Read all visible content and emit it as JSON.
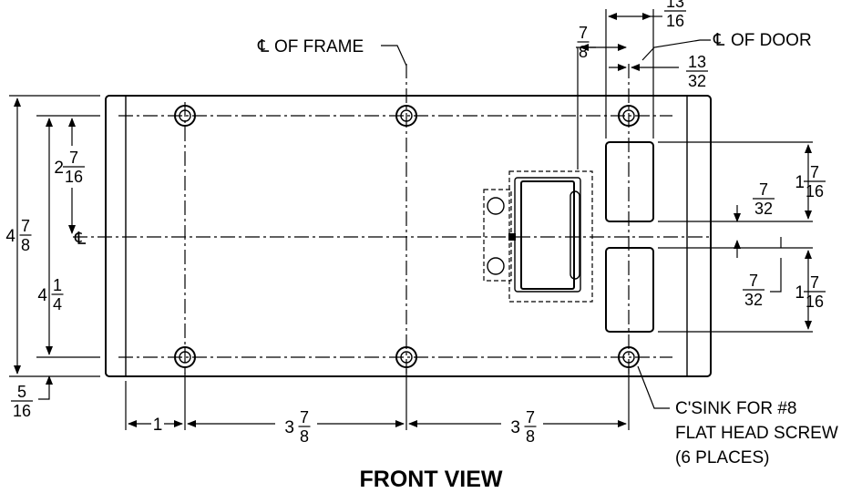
{
  "title": "FRONT VIEW",
  "labels": {
    "cl_frame": "OF FRAME",
    "cl_door": "OF DOOR",
    "cl_mark": "℄",
    "callout_1": "C'SINK FOR #8",
    "callout_2": "FLAT HEAD SCREW",
    "callout_3": "(6 PLACES)"
  },
  "dims": {
    "d_13_16": {
      "num": "13",
      "den": "16"
    },
    "d_7_8": {
      "num": "7",
      "den": "8"
    },
    "d_13_32": {
      "num": "13",
      "den": "32"
    },
    "d_2_7_16": {
      "whole": "2",
      "num": "7",
      "den": "16"
    },
    "d_4_7_8": {
      "whole": "4",
      "num": "7",
      "den": "8"
    },
    "d_4_1_4": {
      "whole": "4",
      "num": "1",
      "den": "4"
    },
    "d_5_16": {
      "num": "5",
      "den": "16"
    },
    "d_1_7_16_top": {
      "whole": "1",
      "num": "7",
      "den": "16"
    },
    "d_7_32_top": {
      "num": "7",
      "den": "32"
    },
    "d_7_32_bot": {
      "num": "7",
      "den": "32"
    },
    "d_1_7_16_bot": {
      "whole": "1",
      "num": "7",
      "den": "16"
    },
    "d_1": "1",
    "d_3_7_8_left": {
      "whole": "3",
      "num": "7",
      "den": "8"
    },
    "d_3_7_8_right": {
      "whole": "3",
      "num": "7",
      "den": "8"
    }
  },
  "screw_holes": 6
}
